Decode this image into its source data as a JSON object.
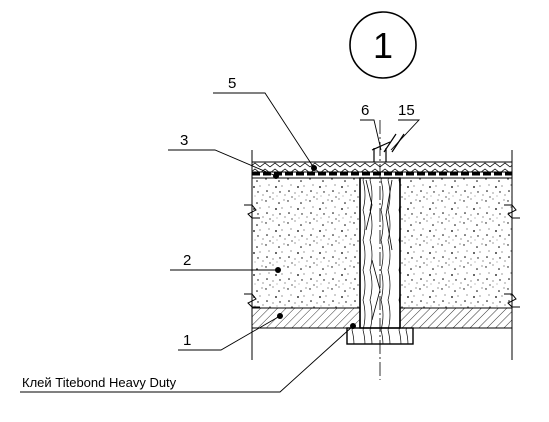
{
  "detail_number": "1",
  "callouts": [
    {
      "id": "1",
      "label": "1"
    },
    {
      "id": "2",
      "label": "2"
    },
    {
      "id": "3",
      "label": "3"
    },
    {
      "id": "5",
      "label": "5"
    },
    {
      "id": "6",
      "label": "6"
    },
    {
      "id": "15",
      "label": "15"
    }
  ],
  "adhesive_note": "Клей Titebond Heavy Duty",
  "colors": {
    "line": "#000000",
    "background": "#ffffff"
  }
}
